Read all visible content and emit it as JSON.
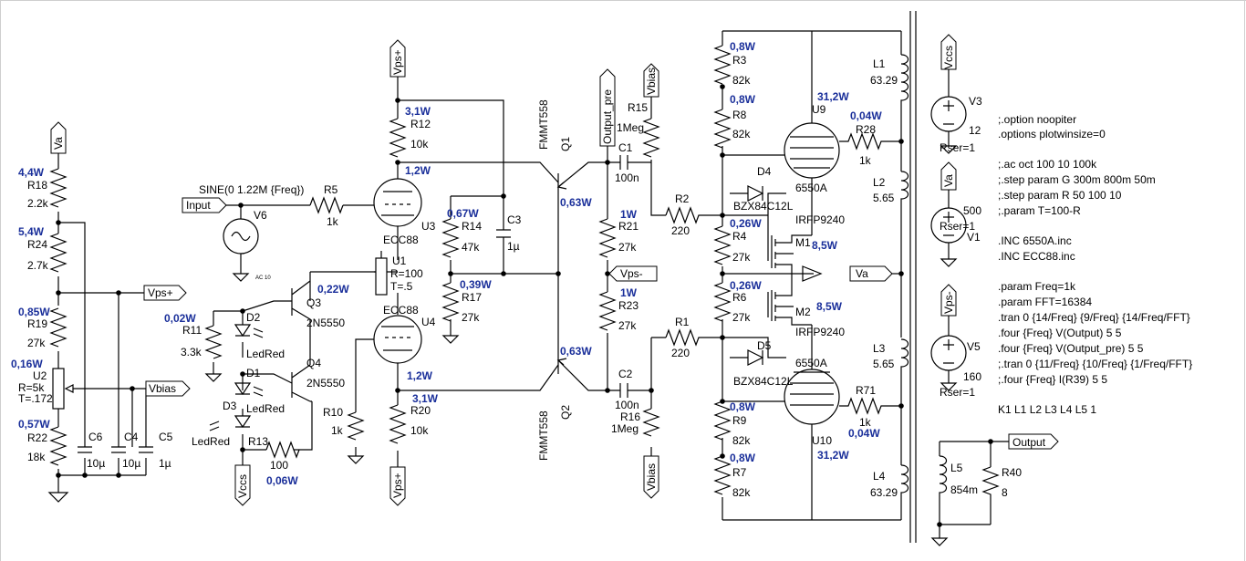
{
  "components": {
    "resistors": [
      {
        "ref": "R18",
        "value": "2.2k"
      },
      {
        "ref": "R24",
        "value": "2.7k"
      },
      {
        "ref": "R19",
        "value": "27k"
      },
      {
        "ref": "R22",
        "value": "18k"
      },
      {
        "ref": "R5",
        "value": "1k"
      },
      {
        "ref": "R11",
        "value": "3.3k"
      },
      {
        "ref": "R13",
        "value": "100"
      },
      {
        "ref": "R12",
        "value": "10k"
      },
      {
        "ref": "R20",
        "value": "10k"
      },
      {
        "ref": "R10",
        "value": "1k"
      },
      {
        "ref": "R14",
        "value": "47k"
      },
      {
        "ref": "R17",
        "value": "27k"
      },
      {
        "ref": "R15",
        "value": "1Meg"
      },
      {
        "ref": "R21",
        "value": "27k"
      },
      {
        "ref": "R23",
        "value": "27k"
      },
      {
        "ref": "R16",
        "value": "1Meg"
      },
      {
        "ref": "R2",
        "value": "220"
      },
      {
        "ref": "R1",
        "value": "220"
      },
      {
        "ref": "R3",
        "value": "82k"
      },
      {
        "ref": "R8",
        "value": "82k"
      },
      {
        "ref": "R4",
        "value": "27k"
      },
      {
        "ref": "R6",
        "value": "27k"
      },
      {
        "ref": "R9",
        "value": "82k"
      },
      {
        "ref": "R7",
        "value": "82k"
      },
      {
        "ref": "R28",
        "value": "1k"
      },
      {
        "ref": "R71",
        "value": "1k"
      },
      {
        "ref": "R40",
        "value": "8"
      }
    ],
    "capacitors": [
      {
        "ref": "C6",
        "value": "10µ"
      },
      {
        "ref": "C4",
        "value": "10µ"
      },
      {
        "ref": "C5",
        "value": "1µ"
      },
      {
        "ref": "C3",
        "value": "1µ"
      },
      {
        "ref": "C1",
        "value": "100n"
      },
      {
        "ref": "C2",
        "value": "100n"
      }
    ],
    "inductors": [
      {
        "ref": "L1",
        "value": "63.29"
      },
      {
        "ref": "L2",
        "value": "5.65"
      },
      {
        "ref": "L3",
        "value": "5.65"
      },
      {
        "ref": "L4",
        "value": "63.29"
      },
      {
        "ref": "L5",
        "value": "854m"
      }
    ],
    "tubes": [
      {
        "ref": "U3",
        "model": "ECC88"
      },
      {
        "ref": "U4",
        "model": "ECC88"
      },
      {
        "ref": "U9",
        "model": "6550A"
      },
      {
        "ref": "U10",
        "model": "6550A"
      }
    ],
    "transistors": [
      {
        "ref": "Q1",
        "model": "FMMT558"
      },
      {
        "ref": "Q2",
        "model": "FMMT558"
      },
      {
        "ref": "Q3",
        "model": "2N5550"
      },
      {
        "ref": "Q4",
        "model": "2N5550"
      },
      {
        "ref": "M1",
        "model": "IRFP9240"
      },
      {
        "ref": "M2",
        "model": "IRFP9240"
      }
    ],
    "diodes": [
      {
        "ref": "D1",
        "model": "LedRed"
      },
      {
        "ref": "D2",
        "model": "LedRed"
      },
      {
        "ref": "D3",
        "model": "LedRed"
      },
      {
        "ref": "D4",
        "model": "BZX84C12L"
      },
      {
        "ref": "D5",
        "model": "BZX84C12L"
      }
    ],
    "pots": [
      {
        "ref": "U1",
        "r": "R=100",
        "t": "T=.5"
      },
      {
        "ref": "U2",
        "r": "R=5k",
        "t": "T=.172"
      }
    ],
    "sources": [
      {
        "ref": "V6",
        "value": "SINE(0 1.22M {Freq})"
      },
      {
        "ref": "V3",
        "value": "12",
        "rser": "Rser=1"
      },
      {
        "ref": "V1",
        "value": "500",
        "rser": "Rser=1"
      },
      {
        "ref": "V5",
        "value": "160",
        "rser": "Rser=1"
      }
    ]
  },
  "power": {
    "R18": "4,4W",
    "R24": "5,4W",
    "R19": "0,85W",
    "U2": "0,16W",
    "R22": "0,57W",
    "R11": "0,02W",
    "R13": "0,06W",
    "Q3": "0,22W",
    "R12": "3,1W",
    "U3": "1,2W",
    "U4": "1,2W",
    "R20": "3,1W",
    "R14": "0,67W",
    "R17": "0,39W",
    "Q1": "0,63W",
    "Q2": "0,63W",
    "R21": "1W",
    "R23": "1W",
    "R3": "0,8W",
    "R8": "0,8W",
    "R4": "0,26W",
    "R6": "0,26W",
    "R9": "0,8W",
    "R7": "0,8W",
    "U9": "31,2W",
    "U10": "31,2W",
    "R28": "0,04W",
    "R71": "0,04W",
    "M1": "8,5W",
    "M2": "8,5W"
  },
  "flags": {
    "va": "Va",
    "vps_plus": "Vps+",
    "vbias": "Vbias",
    "input": "Input",
    "vps_minus": "Vps-",
    "output_pre": "Output_pre",
    "vccs": "Vccs",
    "output": "Output"
  },
  "directives": [
    ";.option noopiter",
    ".options plotwinsize=0",
    ";.ac oct 100 10 100k",
    ";.step param G 300m 800m 50m",
    ";.step param R 50 100 10",
    ";.param T=100-R",
    ".INC 6550A.inc",
    ".INC ECC88.inc",
    ".param Freq=1k",
    ".param FFT=16384",
    ".tran 0 {14/Freq} {9/Freq} {14/Freq/FFT}",
    ".four {Freq} V(Output) 5 5",
    ".four {Freq} V(Output_pre) 5 5",
    ";.tran 0 {11/Freq} {10/Freq} {1/Freq/FFT}",
    ";.four {Freq} I(R39) 5 5",
    "K1 L1 L2 L3 L4 L5 1"
  ],
  "misc": {
    "ac_tag": "AC 10"
  }
}
